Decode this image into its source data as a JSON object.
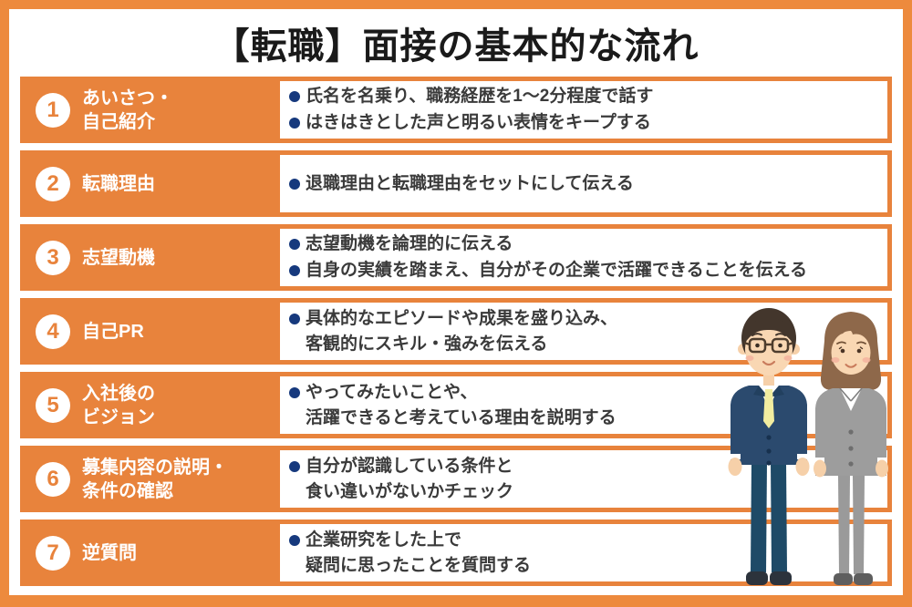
{
  "title": "【転職】面接の基本的な流れ",
  "colors": {
    "accent_orange": "#E8833C",
    "frame_orange": "#ED8A3D",
    "bullet_navy": "#16397D",
    "body_text": "#3A3A3A",
    "title_text": "#1A1A1A"
  },
  "steps": [
    {
      "number": "1",
      "label": "あいさつ・\n自己紹介",
      "points": [
        "氏名を名乗り、職務経歴を1〜2分程度で話す",
        "はきはきとした声と明るい表情をキープする"
      ]
    },
    {
      "number": "2",
      "label": "転職理由",
      "points": [
        "退職理由と転職理由をセットにして伝える"
      ]
    },
    {
      "number": "3",
      "label": "志望動機",
      "points": [
        "志望動機を論理的に伝える",
        "自身の実績を踏まえ、自分がその企業で活躍できることを伝える"
      ]
    },
    {
      "number": "4",
      "label": "自己PR",
      "points": [
        "具体的なエピソードや成果を盛り込み、\n客観的にスキル・強みを伝える"
      ]
    },
    {
      "number": "5",
      "label": "入社後の\nビジョン",
      "points": [
        "やってみたいことや、\n活躍できると考えている理由を説明する"
      ]
    },
    {
      "number": "6",
      "label": "募集内容の説明・\n条件の確認",
      "points": [
        "自分が認識している条件と\n食い違いがないかチェック"
      ]
    },
    {
      "number": "7",
      "label": "逆質問",
      "points": [
        "企業研究をした上で\n疑問に思ったことを質問する"
      ]
    }
  ],
  "illustration": {
    "name": "businessman-and-businesswoman"
  }
}
